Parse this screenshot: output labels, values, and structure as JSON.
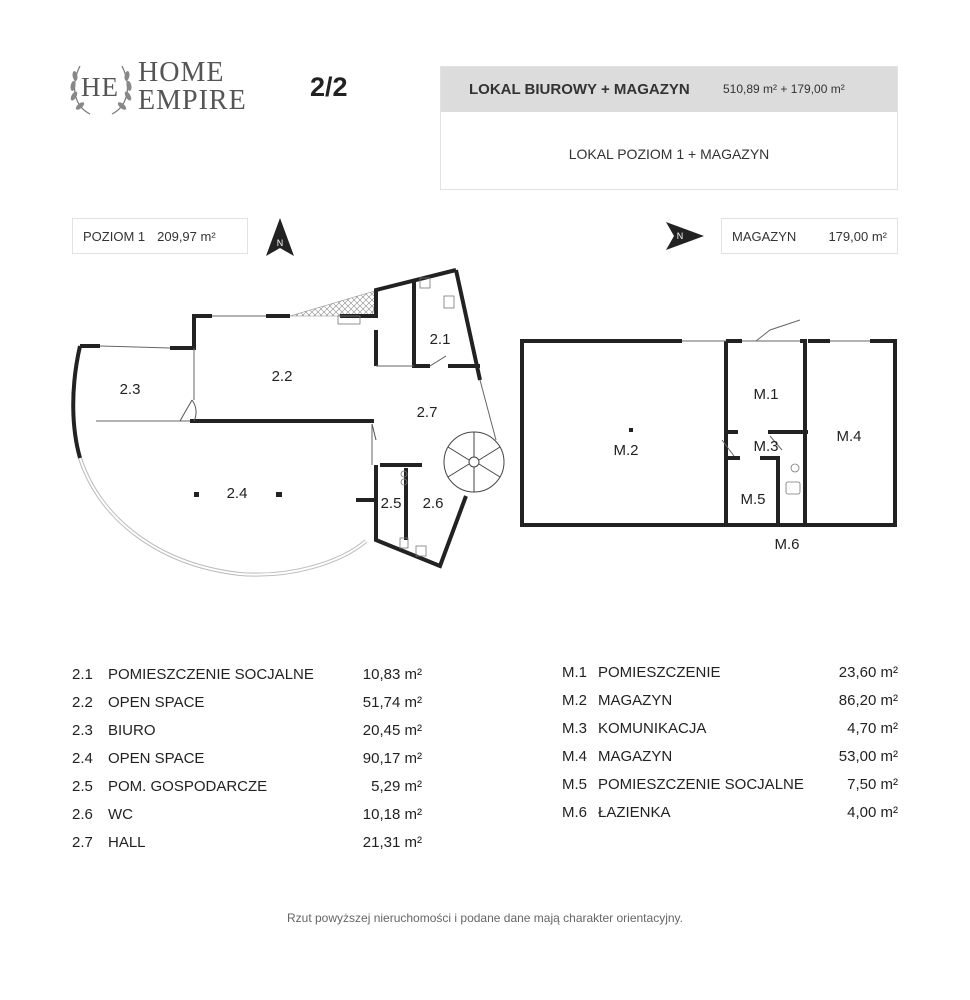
{
  "brand": {
    "monogram": "HE",
    "line1": "HOME",
    "line2": "EMPIRE"
  },
  "page_number": "2/2",
  "header": {
    "title": "LOKAL BIUROWY + MAGAZYN",
    "area": "510,89 m² + 179,00 m²",
    "subtitle": "LOKAL POZIOM 1 + MAGAZYN"
  },
  "levels": {
    "poziom": {
      "label": "POZIOM 1",
      "area": "209,97 m²"
    },
    "magazyn": {
      "label": "MAGAZYN",
      "area": "179,00 m²"
    }
  },
  "compass": {
    "letter": "N"
  },
  "plan_labels": {
    "r21": "2.1",
    "r22": "2.2",
    "r23": "2.3",
    "r24": "2.4",
    "r25": "2.5",
    "r26": "2.6",
    "r27": "2.7",
    "m1": "M.1",
    "m2": "M.2",
    "m3": "M.3",
    "m4": "M.4",
    "m5": "M.5",
    "m6": "M.6"
  },
  "rooms_level1": [
    {
      "num": "2.1",
      "name": "POMIESZCZENIE SOCJALNE",
      "area": "10,83 m²"
    },
    {
      "num": "2.2",
      "name": "OPEN SPACE",
      "area": "51,74 m²"
    },
    {
      "num": "2.3",
      "name": "BIURO",
      "area": "20,45 m²"
    },
    {
      "num": "2.4",
      "name": "OPEN SPACE",
      "area": "90,17 m²"
    },
    {
      "num": "2.5",
      "name": "POM. GOSPODARCZE",
      "area": "5,29 m²"
    },
    {
      "num": "2.6",
      "name": "WC",
      "area": "10,18 m²"
    },
    {
      "num": "2.7",
      "name": "HALL",
      "area": "21,31 m²"
    }
  ],
  "rooms_magazyn": [
    {
      "num": "M.1",
      "name": "POMIESZCZENIE",
      "area": "23,60 m²"
    },
    {
      "num": "M.2",
      "name": "MAGAZYN",
      "area": "86,20 m²"
    },
    {
      "num": "M.3",
      "name": "KOMUNIKACJA",
      "area": "4,70 m²"
    },
    {
      "num": "M.4",
      "name": "MAGAZYN",
      "area": "53,00 m²"
    },
    {
      "num": "M.5",
      "name": "POMIESZCZENIE SOCJALNE",
      "area": "7,50 m²"
    },
    {
      "num": "M.6",
      "name": "ŁAZIENKA",
      "area": "4,00 m²"
    }
  ],
  "disclaimer": "Rzut powyższej nieruchomości i podane dane mają charakter orientacyjny."
}
